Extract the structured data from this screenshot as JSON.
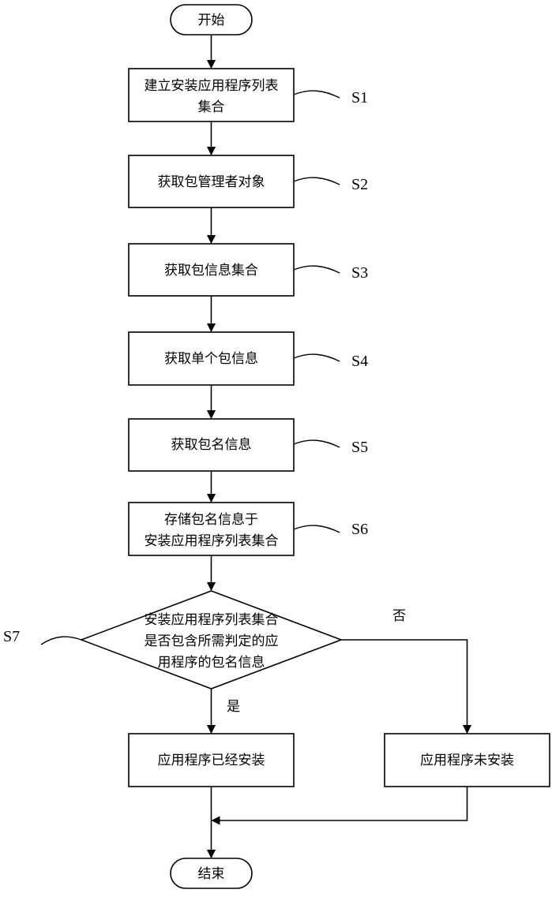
{
  "start": {
    "label": "开始"
  },
  "end": {
    "label": "结束"
  },
  "steps": [
    {
      "id": "S1",
      "lines": [
        "建立安装应用程序列表",
        "集合"
      ]
    },
    {
      "id": "S2",
      "lines": [
        "获取包管理者对象"
      ]
    },
    {
      "id": "S3",
      "lines": [
        "获取包信息集合"
      ]
    },
    {
      "id": "S4",
      "lines": [
        "获取单个包信息"
      ]
    },
    {
      "id": "S5",
      "lines": [
        "获取包名信息"
      ]
    },
    {
      "id": "S6",
      "lines": [
        "存储包名信息于",
        "安装应用程序列表集合"
      ]
    }
  ],
  "decision": {
    "id": "S7",
    "lines": [
      "安装应用程序列表集合",
      "是否包含所需判定的应",
      "用程序的包名信息"
    ],
    "yes_label": "是",
    "no_label": "否"
  },
  "outcomes": {
    "installed": "应用程序已经安装",
    "not_installed": "应用程序未安装"
  }
}
